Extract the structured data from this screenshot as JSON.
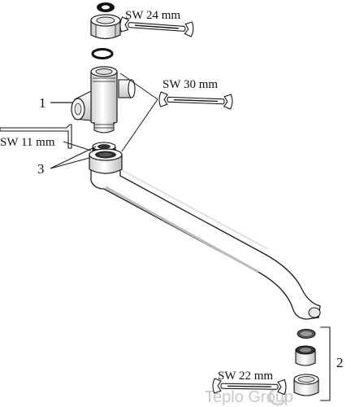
{
  "labels": {
    "sw24": "SW 24 mm",
    "sw30": "SW 30 mm",
    "sw11": "SW 11 mm",
    "sw22": "SW 22 mm",
    "callout_1": "1",
    "callout_2": "2",
    "callout_3": "3"
  },
  "watermark": "Teplo Group",
  "colors": {
    "stroke": "#1a1a1a",
    "fill": "#ffffff",
    "shade": "#d9d9d9",
    "dark": "#222222"
  },
  "icons": [
    "wrench-icon",
    "hex-key-icon",
    "o-ring-icon",
    "aerator-icon"
  ]
}
